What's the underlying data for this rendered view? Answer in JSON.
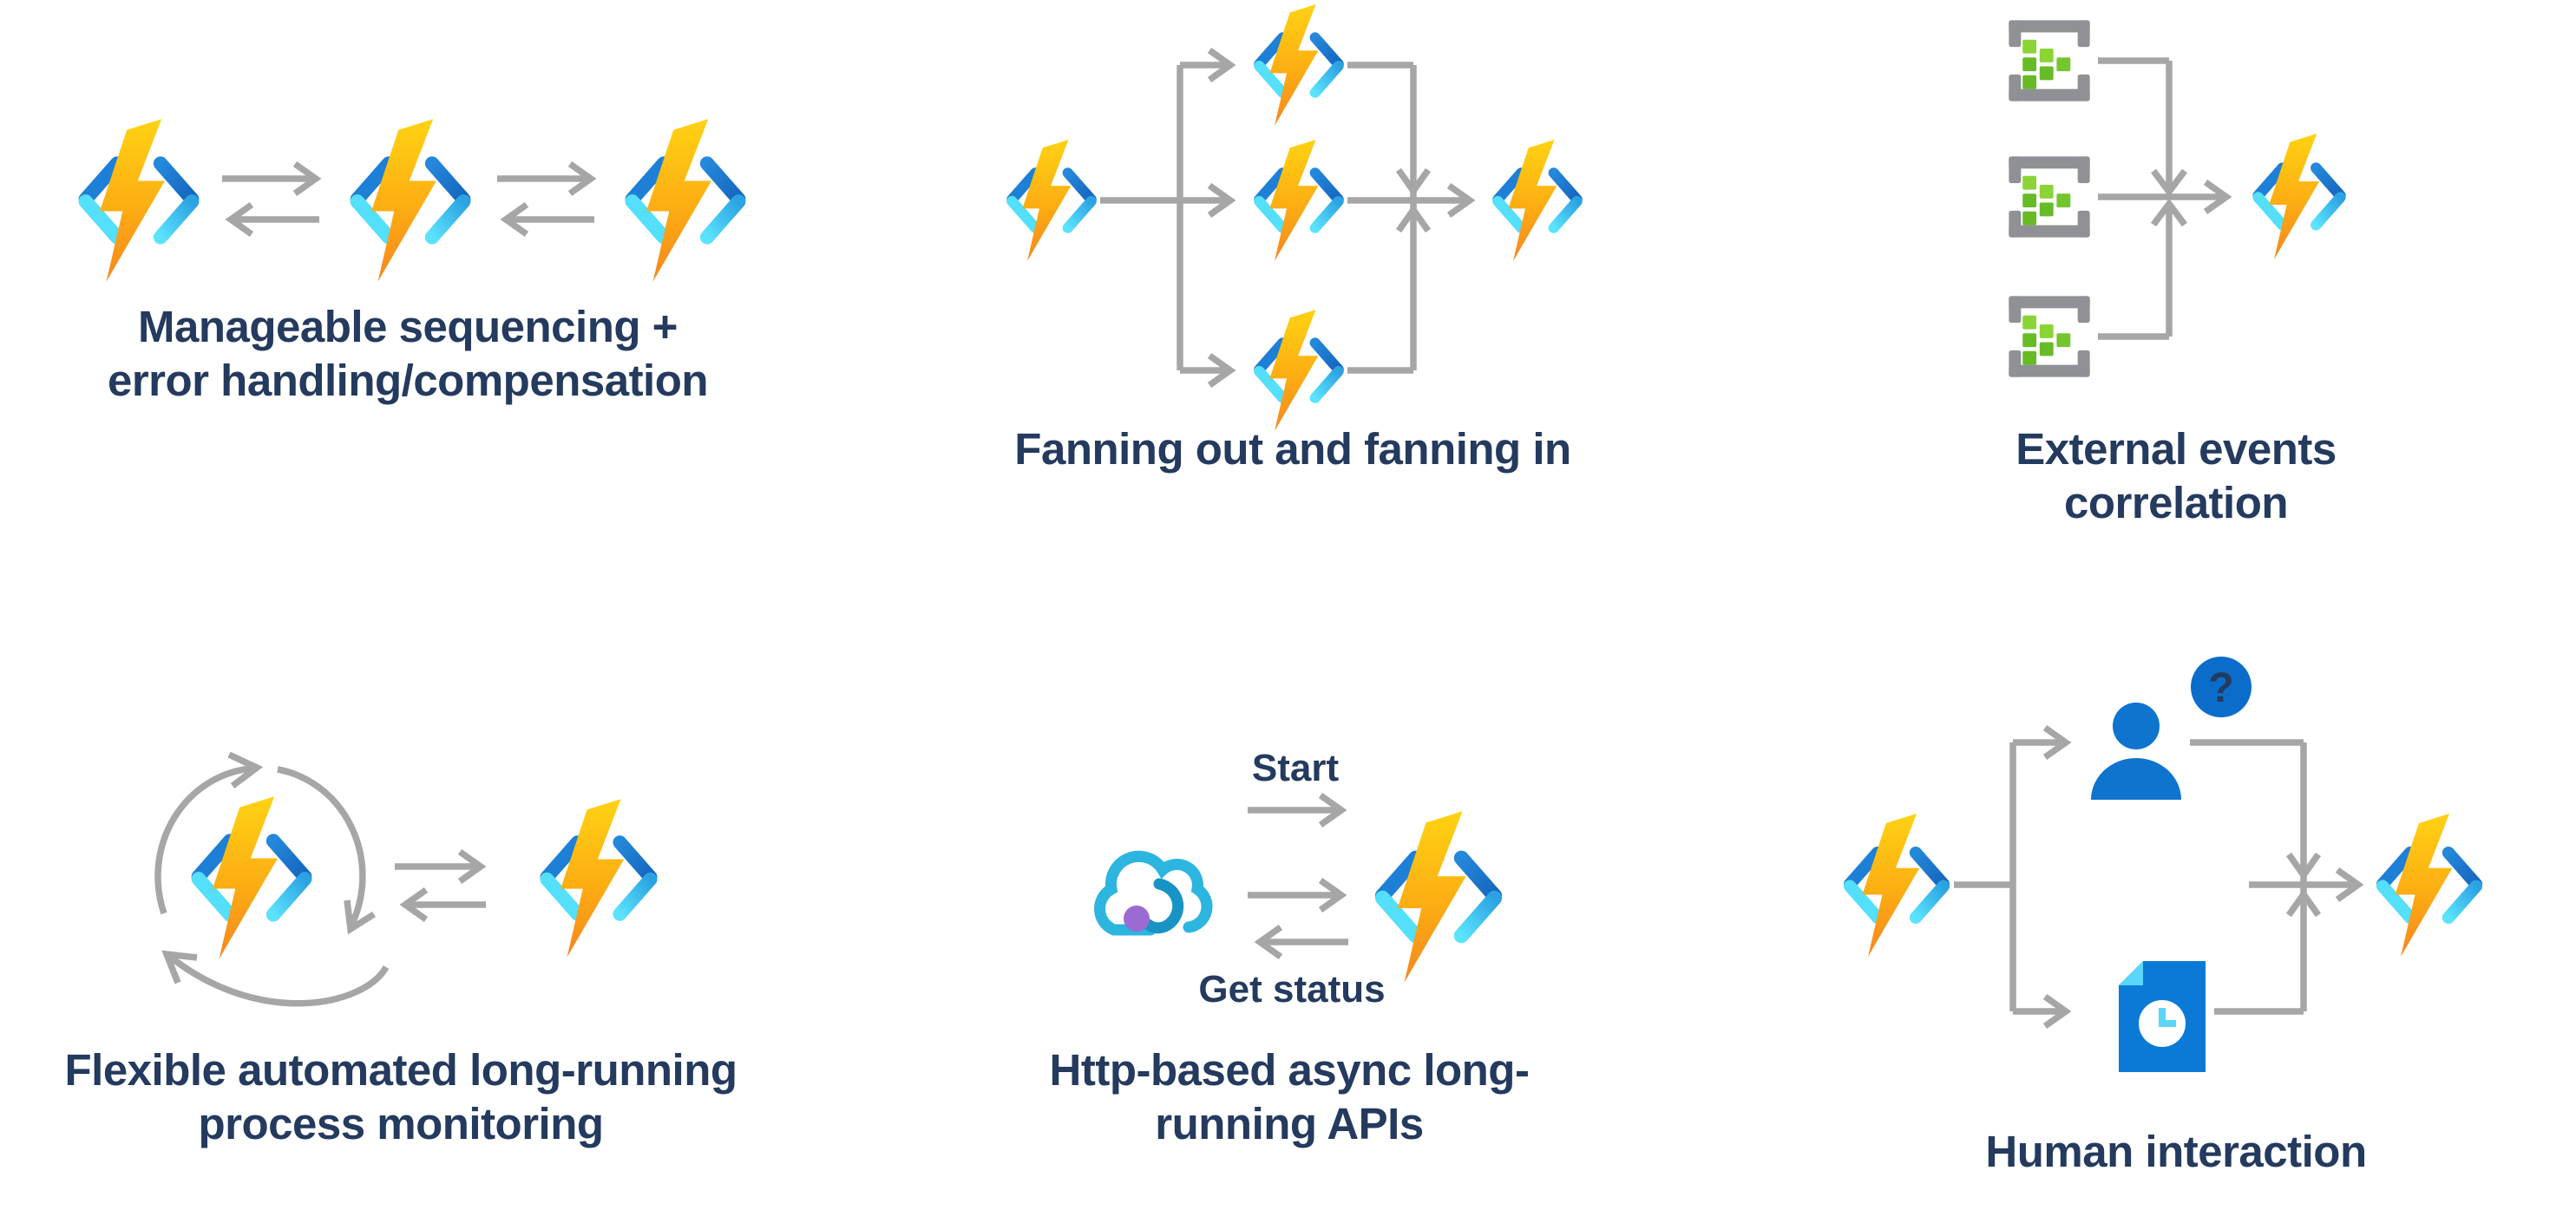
{
  "colors": {
    "caption_text": "#243A5E",
    "connector_gray": "#A6A6A6",
    "bolt_gradient_top": "#FFD213",
    "bolt_gradient_bottom": "#F6861E",
    "bracket_blue": "#1E7FD6",
    "bracket_cyan": "#54DFFB",
    "event_bracket_gray": "#8F9194",
    "event_green_light": "#8BD435",
    "event_green": "#67BB27",
    "person_blue": "#0E74CE",
    "question_badge_blue": "#0A6DC9",
    "document_blue": "#0B7AD7",
    "document_fold_cyan": "#5BD5F8",
    "cloud_teal": "#2CB5DF",
    "cloud_swoosh_teal": "#1794C4",
    "cloud_purple": "#9B6BD1"
  },
  "panels": [
    {
      "id": "sequencing",
      "caption": "Manageable sequencing +\nerror handling/compensation"
    },
    {
      "id": "fan-out-in",
      "caption": "Fanning out and fanning in"
    },
    {
      "id": "external-events",
      "caption": "External events correlation"
    },
    {
      "id": "monitoring",
      "caption": "Flexible automated long-running\nprocess monitoring"
    },
    {
      "id": "http-async",
      "caption": "Http-based async long-\nrunning APIs",
      "labels": {
        "start": "Start",
        "get_status": "Get status"
      }
    },
    {
      "id": "human-interaction",
      "caption": "Human interaction",
      "badge": "?"
    }
  ]
}
